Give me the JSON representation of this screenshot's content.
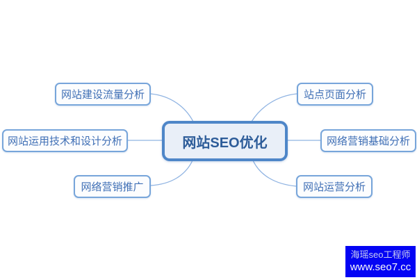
{
  "nodes": {
    "center": "网站SEO优化",
    "traffic": "网站建设流量分析",
    "tech": "网站运用技术和设计分析",
    "promotion": "网络营销推广",
    "page": "站点页面分析",
    "marketing": "网络营销基础分析",
    "operation": "网站运营分析"
  },
  "watermark": {
    "line1": "海瑶seo工程师",
    "line2": "www.seo7.cc"
  },
  "colors": {
    "center_fill": "#e9eff8",
    "center_border": "#4e86c8",
    "center_text": "#2d5c99",
    "branch_fill": "#fcfdfe",
    "branch_border": "#77a5da",
    "branch_text": "#3f6fb5",
    "connector": "#8fb3e2",
    "watermark_bg": "#0404f4",
    "watermark_text": "#fafafa"
  }
}
